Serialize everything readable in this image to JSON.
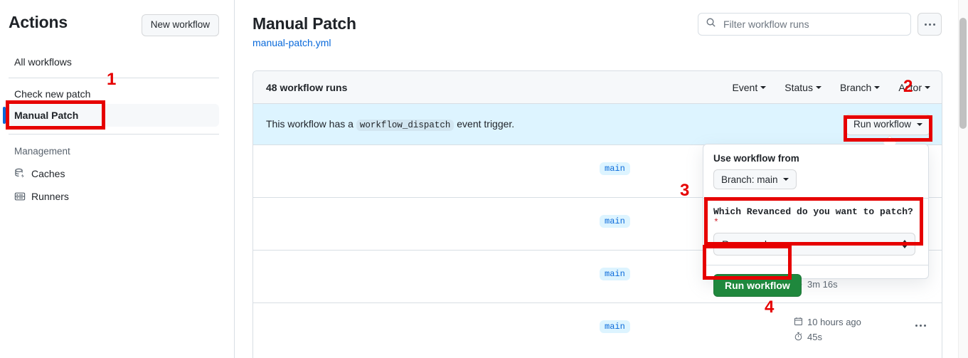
{
  "sidebar": {
    "title": "Actions",
    "new_workflow_label": "New workflow",
    "items": [
      {
        "label": "All workflows",
        "active": false
      },
      {
        "label": "Check new patch",
        "active": false
      },
      {
        "label": "Manual Patch",
        "active": true
      }
    ],
    "management_label": "Management",
    "management_items": [
      {
        "label": "Caches",
        "icon": "cache-icon"
      },
      {
        "label": "Runners",
        "icon": "runner-icon"
      }
    ]
  },
  "header": {
    "title": "Manual Patch",
    "file_link": "manual-patch.yml",
    "search_placeholder": "Filter workflow runs",
    "search_value": "",
    "search_icon": "search-icon",
    "kebab_icon": "kebab-horizontal-icon"
  },
  "runs": {
    "count_label": "48 workflow runs",
    "filters": [
      {
        "label": "Event"
      },
      {
        "label": "Status"
      },
      {
        "label": "Branch"
      },
      {
        "label": "Actor"
      }
    ],
    "dispatch_banner": {
      "prefix": "This workflow has a",
      "event": "workflow_dispatch",
      "suffix": "event trigger.",
      "run_button_label": "Run workflow"
    },
    "rows": [
      {
        "branch": "main",
        "timestamp": "",
        "duration": ""
      },
      {
        "branch": "main",
        "timestamp": "",
        "duration": ""
      },
      {
        "branch": "main",
        "timestamp": "",
        "duration": "3m 16s"
      },
      {
        "branch": "main",
        "timestamp": "10 hours ago",
        "duration": "45s"
      }
    ]
  },
  "dropdown": {
    "use_workflow_from_label": "Use workflow from",
    "branch_button_label": "Branch: main",
    "input_label": "Which Revanced do you want to patch?",
    "required_marker": "*",
    "select_value": "Revanced",
    "submit_label": "Run workflow"
  },
  "annotations": [
    {
      "number": "1"
    },
    {
      "number": "2"
    },
    {
      "number": "3"
    },
    {
      "number": "4"
    }
  ],
  "colors": {
    "accent_blue": "#0969da",
    "green": "#1f883d",
    "annotation_red": "#e60000",
    "banner_blue": "#ddf4ff",
    "orange_accent": "#ff7b62"
  }
}
